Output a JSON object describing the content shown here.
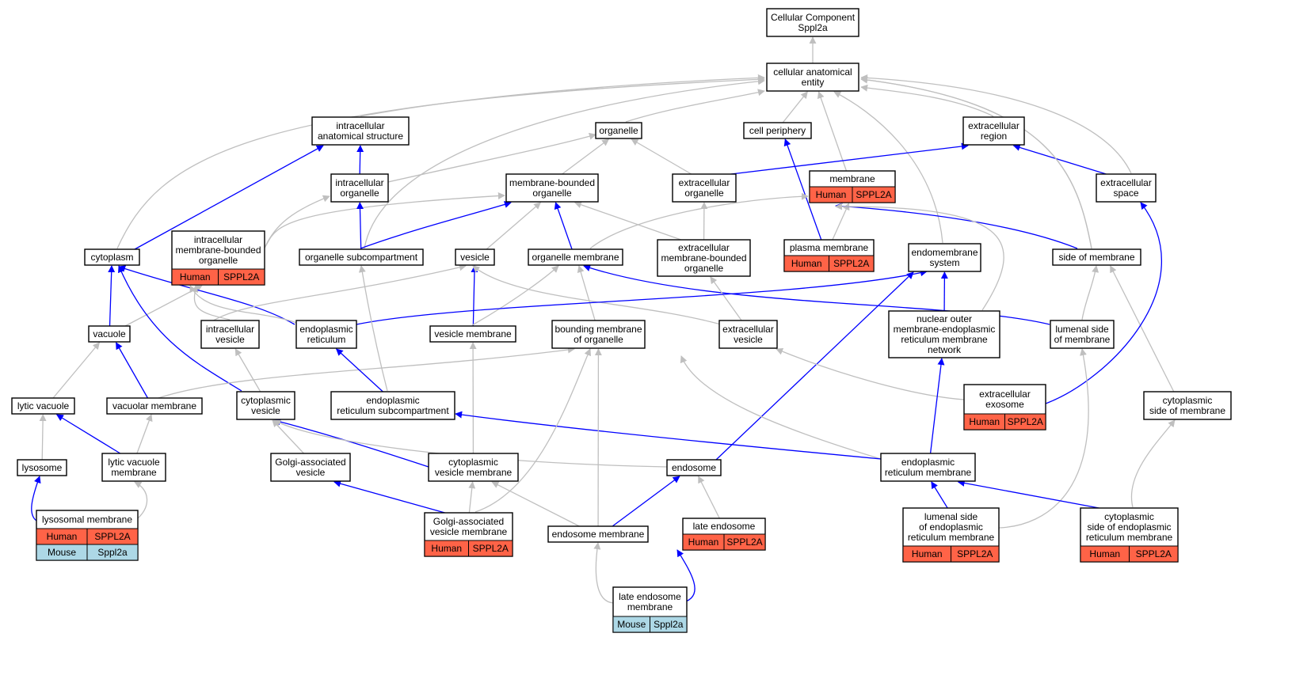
{
  "colors": {
    "human": "#ff6347",
    "mouse": "#add8e6",
    "edge_gray": "#bfbfbf",
    "edge_blue": "#0000ff"
  },
  "nodes": [
    {
      "id": "root",
      "lines": [
        "Cellular Component",
        "Sppl2a"
      ]
    },
    {
      "id": "cae",
      "lines": [
        "cellular anatomical",
        "entity"
      ]
    },
    {
      "id": "ias",
      "lines": [
        "intracellular",
        "anatomical structure"
      ]
    },
    {
      "id": "organelle",
      "lines": [
        "organelle"
      ]
    },
    {
      "id": "cellper",
      "lines": [
        "cell periphery"
      ]
    },
    {
      "id": "ecregion",
      "lines": [
        "extracellular",
        "region"
      ]
    },
    {
      "id": "icorg",
      "lines": [
        "intracellular",
        "organelle"
      ]
    },
    {
      "id": "mbo",
      "lines": [
        "membrane-bounded",
        "organelle"
      ]
    },
    {
      "id": "ecorg",
      "lines": [
        "extracellular",
        "organelle"
      ]
    },
    {
      "id": "membrane",
      "lines": [
        "membrane"
      ],
      "rows": [
        [
          "Human",
          "SPPL2A"
        ]
      ]
    },
    {
      "id": "ecspace",
      "lines": [
        "extracellular",
        "space"
      ]
    },
    {
      "id": "cytoplasm",
      "lines": [
        "cytoplasm"
      ]
    },
    {
      "id": "imbo",
      "lines": [
        "intracellular",
        "membrane-bounded",
        "organelle"
      ],
      "rows": [
        [
          "Human",
          "SPPL2A"
        ]
      ]
    },
    {
      "id": "orgsub",
      "lines": [
        "organelle subcompartment"
      ]
    },
    {
      "id": "vesicle",
      "lines": [
        "vesicle"
      ]
    },
    {
      "id": "orgmem",
      "lines": [
        "organelle membrane"
      ]
    },
    {
      "id": "ecmbo",
      "lines": [
        "extracellular",
        "membrane-bounded",
        "organelle"
      ]
    },
    {
      "id": "pm",
      "lines": [
        "plasma membrane"
      ],
      "rows": [
        [
          "Human",
          "SPPL2A"
        ]
      ]
    },
    {
      "id": "endomem",
      "lines": [
        "endomembrane",
        "system"
      ]
    },
    {
      "id": "sidemem",
      "lines": [
        "side of membrane"
      ]
    },
    {
      "id": "vacuole",
      "lines": [
        "vacuole"
      ]
    },
    {
      "id": "icves",
      "lines": [
        "intracellular",
        "vesicle"
      ]
    },
    {
      "id": "er",
      "lines": [
        "endoplasmic",
        "reticulum"
      ]
    },
    {
      "id": "vesmem",
      "lines": [
        "vesicle membrane"
      ]
    },
    {
      "id": "bmo",
      "lines": [
        "bounding membrane",
        "of organelle"
      ]
    },
    {
      "id": "ecves",
      "lines": [
        "extracellular",
        "vesicle"
      ]
    },
    {
      "id": "nomer",
      "lines": [
        "nuclear outer",
        "membrane-endoplasmic",
        "reticulum membrane",
        "network"
      ]
    },
    {
      "id": "lumside",
      "lines": [
        "lumenal side",
        "of membrane"
      ]
    },
    {
      "id": "lytvac",
      "lines": [
        "lytic vacuole"
      ]
    },
    {
      "id": "vacmem",
      "lines": [
        "vacuolar membrane"
      ]
    },
    {
      "id": "cytves",
      "lines": [
        "cytoplasmic",
        "vesicle"
      ]
    },
    {
      "id": "ersub",
      "lines": [
        "endoplasmic",
        "reticulum subcompartment"
      ]
    },
    {
      "id": "exosome",
      "lines": [
        "extracellular",
        "exosome"
      ],
      "rows": [
        [
          "Human",
          "SPPL2A"
        ]
      ]
    },
    {
      "id": "cytside",
      "lines": [
        "cytoplasmic",
        "side of membrane"
      ]
    },
    {
      "id": "lysosome",
      "lines": [
        "lysosome"
      ]
    },
    {
      "id": "lvm",
      "lines": [
        "lytic vacuole",
        "membrane"
      ]
    },
    {
      "id": "gav",
      "lines": [
        "Golgi-associated",
        "vesicle"
      ]
    },
    {
      "id": "cvm",
      "lines": [
        "cytoplasmic",
        "vesicle membrane"
      ]
    },
    {
      "id": "endosome",
      "lines": [
        "endosome"
      ]
    },
    {
      "id": "erm",
      "lines": [
        "endoplasmic",
        "reticulum membrane"
      ]
    },
    {
      "id": "lysmem",
      "lines": [
        "lysosomal membrane"
      ],
      "rows": [
        [
          "Human",
          "SPPL2A"
        ],
        [
          "Mouse",
          "Sppl2a"
        ]
      ]
    },
    {
      "id": "gavm",
      "lines": [
        "Golgi-associated",
        "vesicle membrane"
      ],
      "rows": [
        [
          "Human",
          "SPPL2A"
        ]
      ]
    },
    {
      "id": "endomembrane_node",
      "lines": [
        "endosome membrane"
      ]
    },
    {
      "id": "lateendo",
      "lines": [
        "late endosome"
      ],
      "rows": [
        [
          "Human",
          "SPPL2A"
        ]
      ]
    },
    {
      "id": "lsermem",
      "lines": [
        "lumenal side",
        "of endoplasmic",
        "reticulum membrane"
      ],
      "rows": [
        [
          "Human",
          "SPPL2A"
        ]
      ]
    },
    {
      "id": "csermem",
      "lines": [
        "cytoplasmic",
        "side of endoplasmic",
        "reticulum membrane"
      ],
      "rows": [
        [
          "Human",
          "SPPL2A"
        ]
      ]
    },
    {
      "id": "lateendomem",
      "lines": [
        "late endosome",
        "membrane"
      ],
      "rows": [
        [
          "Mouse",
          "Sppl2a"
        ]
      ]
    }
  ],
  "edges": [
    {
      "from": "cae",
      "to": "root",
      "type": "is_a"
    },
    {
      "from": "ias",
      "to": "cae",
      "type": "is_a"
    },
    {
      "from": "organelle",
      "to": "cae",
      "type": "is_a"
    },
    {
      "from": "cellper",
      "to": "cae",
      "type": "is_a"
    },
    {
      "from": "ecregion",
      "to": "cae",
      "type": "is_a"
    },
    {
      "from": "membrane",
      "to": "cae",
      "type": "is_a"
    },
    {
      "from": "ecspace",
      "to": "cae",
      "type": "is_a"
    },
    {
      "from": "cytoplasm",
      "to": "cae",
      "type": "is_a"
    },
    {
      "from": "orgsub",
      "to": "cae",
      "type": "is_a"
    },
    {
      "from": "endomem",
      "to": "cae",
      "type": "is_a"
    },
    {
      "from": "sidemem",
      "to": "cae",
      "type": "is_a"
    },
    {
      "from": "icorg",
      "to": "ias",
      "type": "part_of"
    },
    {
      "from": "cytoplasm",
      "to": "ias",
      "type": "part_of"
    },
    {
      "from": "icorg",
      "to": "organelle",
      "type": "is_a"
    },
    {
      "from": "mbo",
      "to": "organelle",
      "type": "is_a"
    },
    {
      "from": "ecorg",
      "to": "organelle",
      "type": "is_a"
    },
    {
      "from": "pm",
      "to": "cellper",
      "type": "part_of"
    },
    {
      "from": "ecorg",
      "to": "ecregion",
      "type": "part_of"
    },
    {
      "from": "ecspace",
      "to": "ecregion",
      "type": "part_of"
    },
    {
      "from": "imbo",
      "to": "icorg",
      "type": "is_a"
    },
    {
      "from": "imbo",
      "to": "mbo",
      "type": "is_a"
    },
    {
      "from": "orgsub",
      "to": "icorg",
      "type": "part_of"
    },
    {
      "from": "orgsub",
      "to": "mbo",
      "type": "part_of"
    },
    {
      "from": "vesicle",
      "to": "mbo",
      "type": "is_a"
    },
    {
      "from": "orgmem",
      "to": "mbo",
      "type": "part_of"
    },
    {
      "from": "ecmbo",
      "to": "mbo",
      "type": "is_a"
    },
    {
      "from": "ecmbo",
      "to": "ecorg",
      "type": "is_a"
    },
    {
      "from": "orgmem",
      "to": "membrane",
      "type": "is_a"
    },
    {
      "from": "pm",
      "to": "membrane",
      "type": "is_a"
    },
    {
      "from": "sidemem",
      "to": "membrane",
      "type": "part_of"
    },
    {
      "from": "nomer",
      "to": "membrane",
      "type": "is_a"
    },
    {
      "from": "sidemem",
      "to": "cae",
      "type": "is_a"
    },
    {
      "from": "vacuole",
      "to": "cytoplasm",
      "type": "part_of"
    },
    {
      "from": "vacuole",
      "to": "imbo",
      "type": "is_a"
    },
    {
      "from": "cytves",
      "to": "cytoplasm",
      "type": "part_of"
    },
    {
      "from": "er",
      "to": "cytoplasm",
      "type": "part_of"
    },
    {
      "from": "icves",
      "to": "imbo",
      "type": "is_a"
    },
    {
      "from": "er",
      "to": "imbo",
      "type": "is_a"
    },
    {
      "from": "icves",
      "to": "vesicle",
      "type": "is_a"
    },
    {
      "from": "vesmem",
      "to": "vesicle",
      "type": "part_of"
    },
    {
      "from": "ecves",
      "to": "vesicle",
      "type": "is_a"
    },
    {
      "from": "vesmem",
      "to": "orgmem",
      "type": "is_a"
    },
    {
      "from": "bmo",
      "to": "orgmem",
      "type": "is_a"
    },
    {
      "from": "lumside",
      "to": "orgmem",
      "type": "part_of"
    },
    {
      "from": "ecves",
      "to": "ecmbo",
      "type": "is_a"
    },
    {
      "from": "er",
      "to": "endomem",
      "type": "part_of"
    },
    {
      "from": "nomer",
      "to": "endomem",
      "type": "part_of"
    },
    {
      "from": "endosome",
      "to": "endomem",
      "type": "part_of"
    },
    {
      "from": "lumside",
      "to": "sidemem",
      "type": "is_a"
    },
    {
      "from": "cytside",
      "to": "sidemem",
      "type": "is_a"
    },
    {
      "from": "lytvac",
      "to": "vacuole",
      "type": "is_a"
    },
    {
      "from": "vacmem",
      "to": "vacuole",
      "type": "part_of"
    },
    {
      "from": "vacmem",
      "to": "bmo",
      "type": "is_a"
    },
    {
      "from": "cytves",
      "to": "icves",
      "type": "is_a"
    },
    {
      "from": "ersub",
      "to": "er",
      "type": "part_of"
    },
    {
      "from": "ersub",
      "to": "orgsub",
      "type": "is_a"
    },
    {
      "from": "cvm",
      "to": "vesmem",
      "type": "is_a"
    },
    {
      "from": "exosome",
      "to": "ecves",
      "type": "is_a"
    },
    {
      "from": "exosome",
      "to": "ecspace",
      "type": "part_of"
    },
    {
      "from": "erm",
      "to": "nomer",
      "type": "part_of"
    },
    {
      "from": "erm",
      "to": "orgmem",
      "type": "is_a"
    },
    {
      "from": "erm",
      "to": "ersub",
      "type": "part_of"
    },
    {
      "from": "lysosome",
      "to": "lytvac",
      "type": "is_a"
    },
    {
      "from": "lvm",
      "to": "lytvac",
      "type": "part_of"
    },
    {
      "from": "lvm",
      "to": "vacmem",
      "type": "is_a"
    },
    {
      "from": "gav",
      "to": "cytves",
      "type": "is_a"
    },
    {
      "from": "cvm",
      "to": "cytves",
      "type": "part_of"
    },
    {
      "from": "endosome",
      "to": "cytves",
      "type": "is_a"
    },
    {
      "from": "lysmem",
      "to": "lysosome",
      "type": "part_of"
    },
    {
      "from": "lysmem",
      "to": "lvm",
      "type": "is_a"
    },
    {
      "from": "gavm",
      "to": "gav",
      "type": "part_of"
    },
    {
      "from": "gavm",
      "to": "cvm",
      "type": "is_a"
    },
    {
      "from": "gavm",
      "to": "bmo",
      "type": "is_a"
    },
    {
      "from": "endomembrane_node",
      "to": "endosome",
      "type": "part_of"
    },
    {
      "from": "endomembrane_node",
      "to": "cvm",
      "type": "is_a"
    },
    {
      "from": "endomembrane_node",
      "to": "bmo",
      "type": "is_a"
    },
    {
      "from": "lateendo",
      "to": "endosome",
      "type": "is_a"
    },
    {
      "from": "lsermem",
      "to": "erm",
      "type": "part_of"
    },
    {
      "from": "lsermem",
      "to": "lumside",
      "type": "is_a"
    },
    {
      "from": "csermem",
      "to": "erm",
      "type": "part_of"
    },
    {
      "from": "csermem",
      "to": "cytside",
      "type": "is_a"
    },
    {
      "from": "lateendomem",
      "to": "lateendo",
      "type": "part_of"
    },
    {
      "from": "lateendomem",
      "to": "endomembrane_node",
      "type": "is_a"
    }
  ]
}
